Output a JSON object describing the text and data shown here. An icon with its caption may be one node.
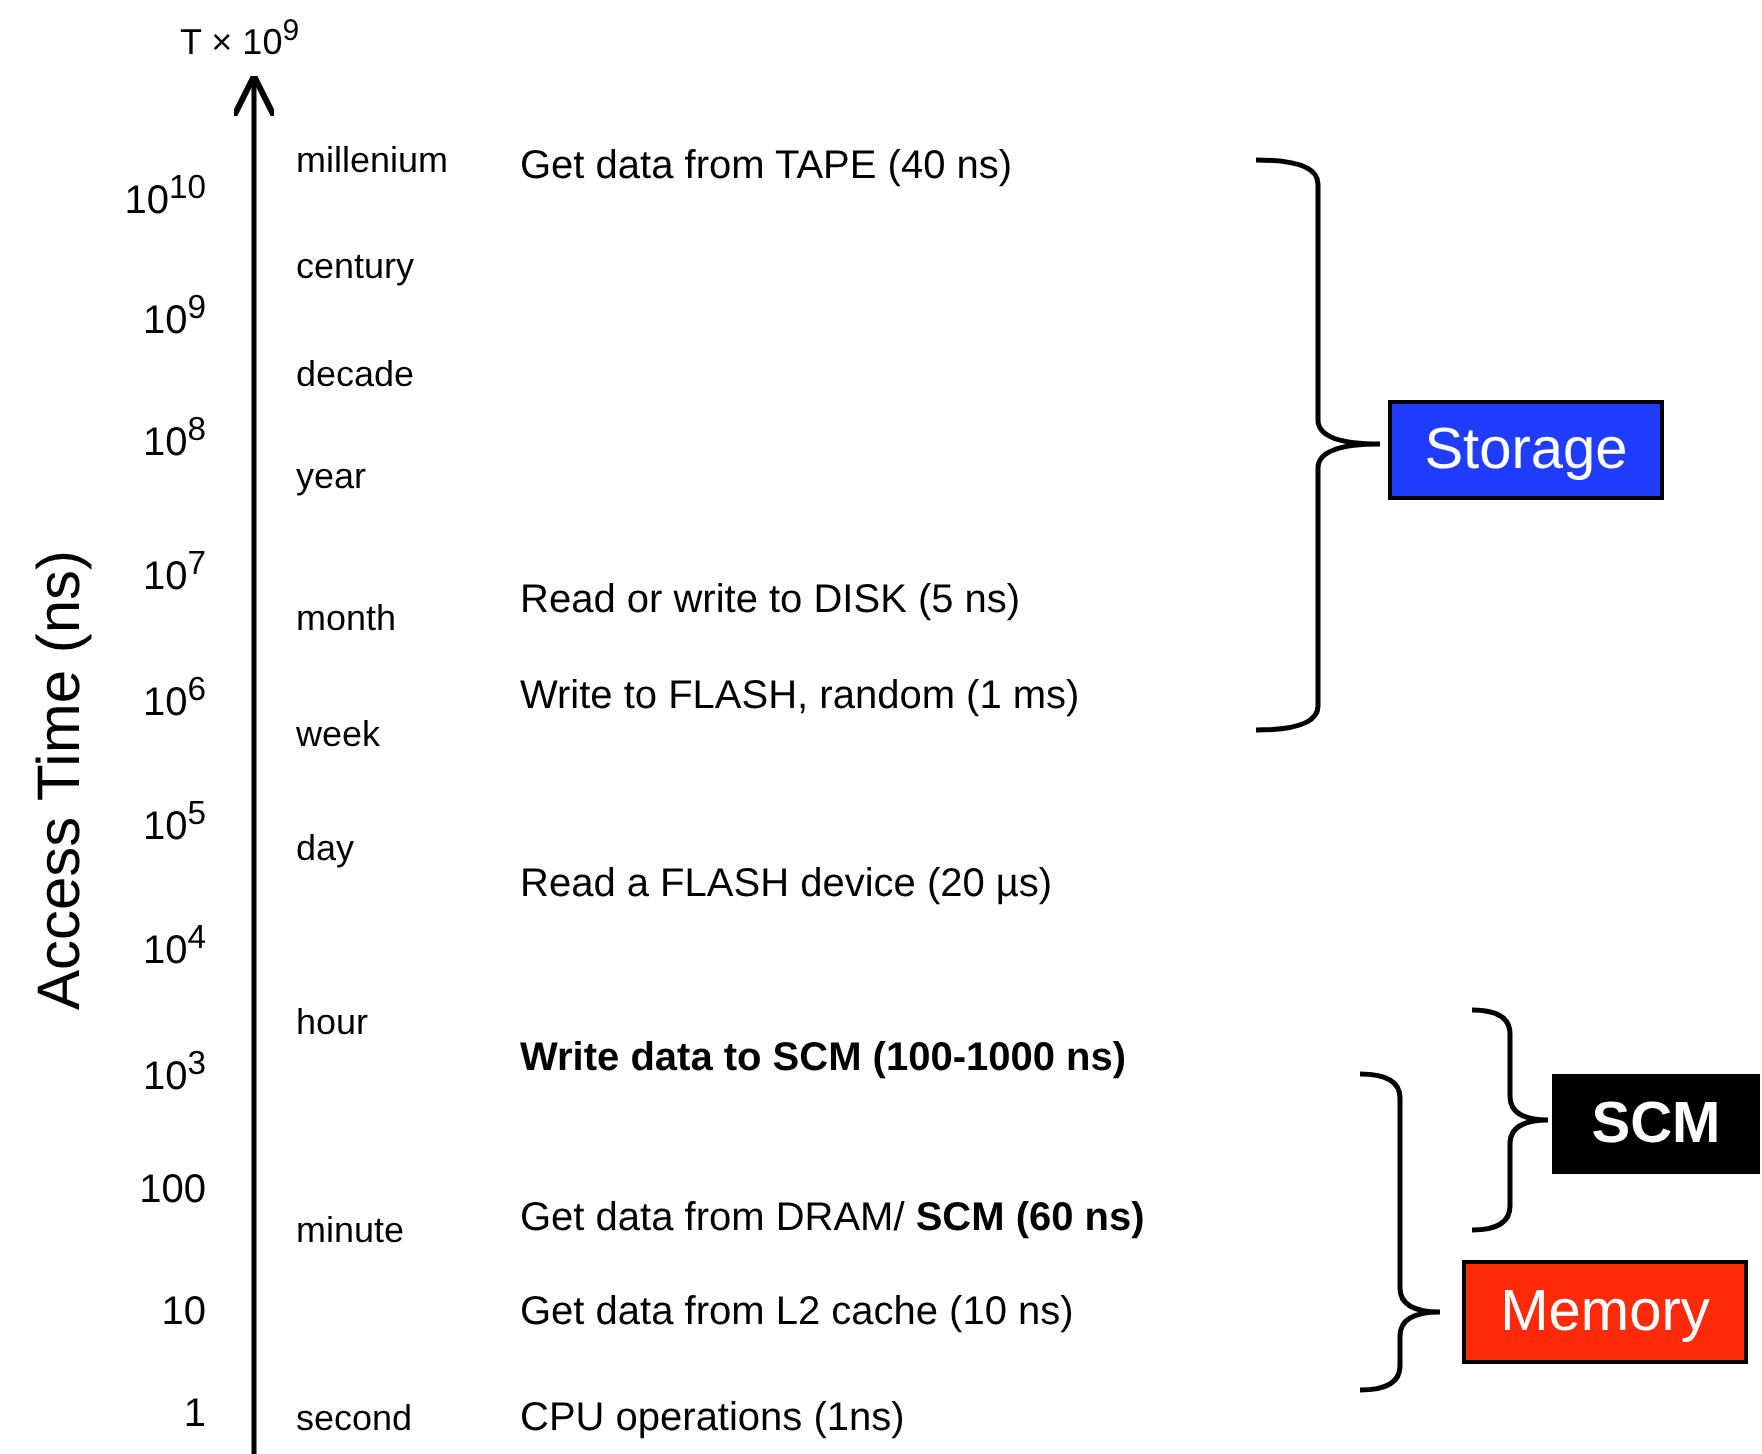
{
  "diagram": {
    "nodes": [
      {
        "text": [
          "Storage"
        ]
      },
      {
        "text": [
          "SCM"
        ]
      },
      {
        "text": [
          "Memory"
        ]
      }
    ],
    "labels": [
      "T × 10$^{9}$",
      "Access Time (ns)",
      "10$^{10}$",
      "10$^{9}$",
      "10$^{8}$",
      "10$^{7}$",
      "10$^{6}$",
      "10$^{5}$",
      "10$^{4}$",
      "10$^{3}$",
      "100",
      "10",
      "1",
      "millenium",
      "century",
      "decade",
      "year",
      "month",
      "week",
      "day",
      "hour",
      "minute",
      "second",
      "Get data from TAPE (40 ns)",
      "Read or write to DISK (5 ns)",
      "Write to FLASH, random (1 ms)",
      "Read a FLASH device (20 µs)",
      "Write data to SCM (100-1000 ns)",
      "Get data from DRAM/ **SCM (60 ns)**",
      "Get data from L2 cache (10 ns)",
      "CPU operations (1ns)"
    ]
  }
}
